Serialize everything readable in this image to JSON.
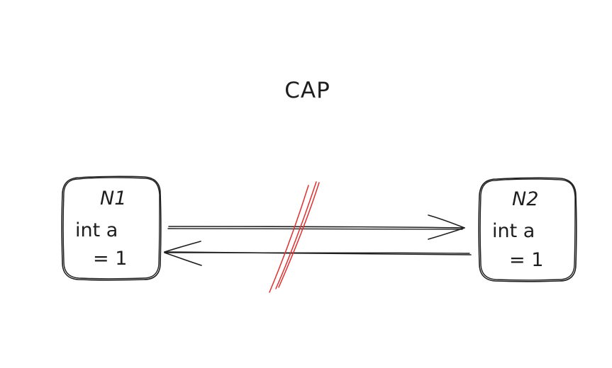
{
  "title": "CAP",
  "nodes": [
    {
      "name": "N1",
      "line1": "int a",
      "line2": "= 1"
    },
    {
      "name": "N2",
      "line1": "int a",
      "line2": "= 1"
    }
  ],
  "colors": {
    "ink": "#1e1e1e",
    "partition": "#e03131",
    "background": "#ffffff"
  }
}
